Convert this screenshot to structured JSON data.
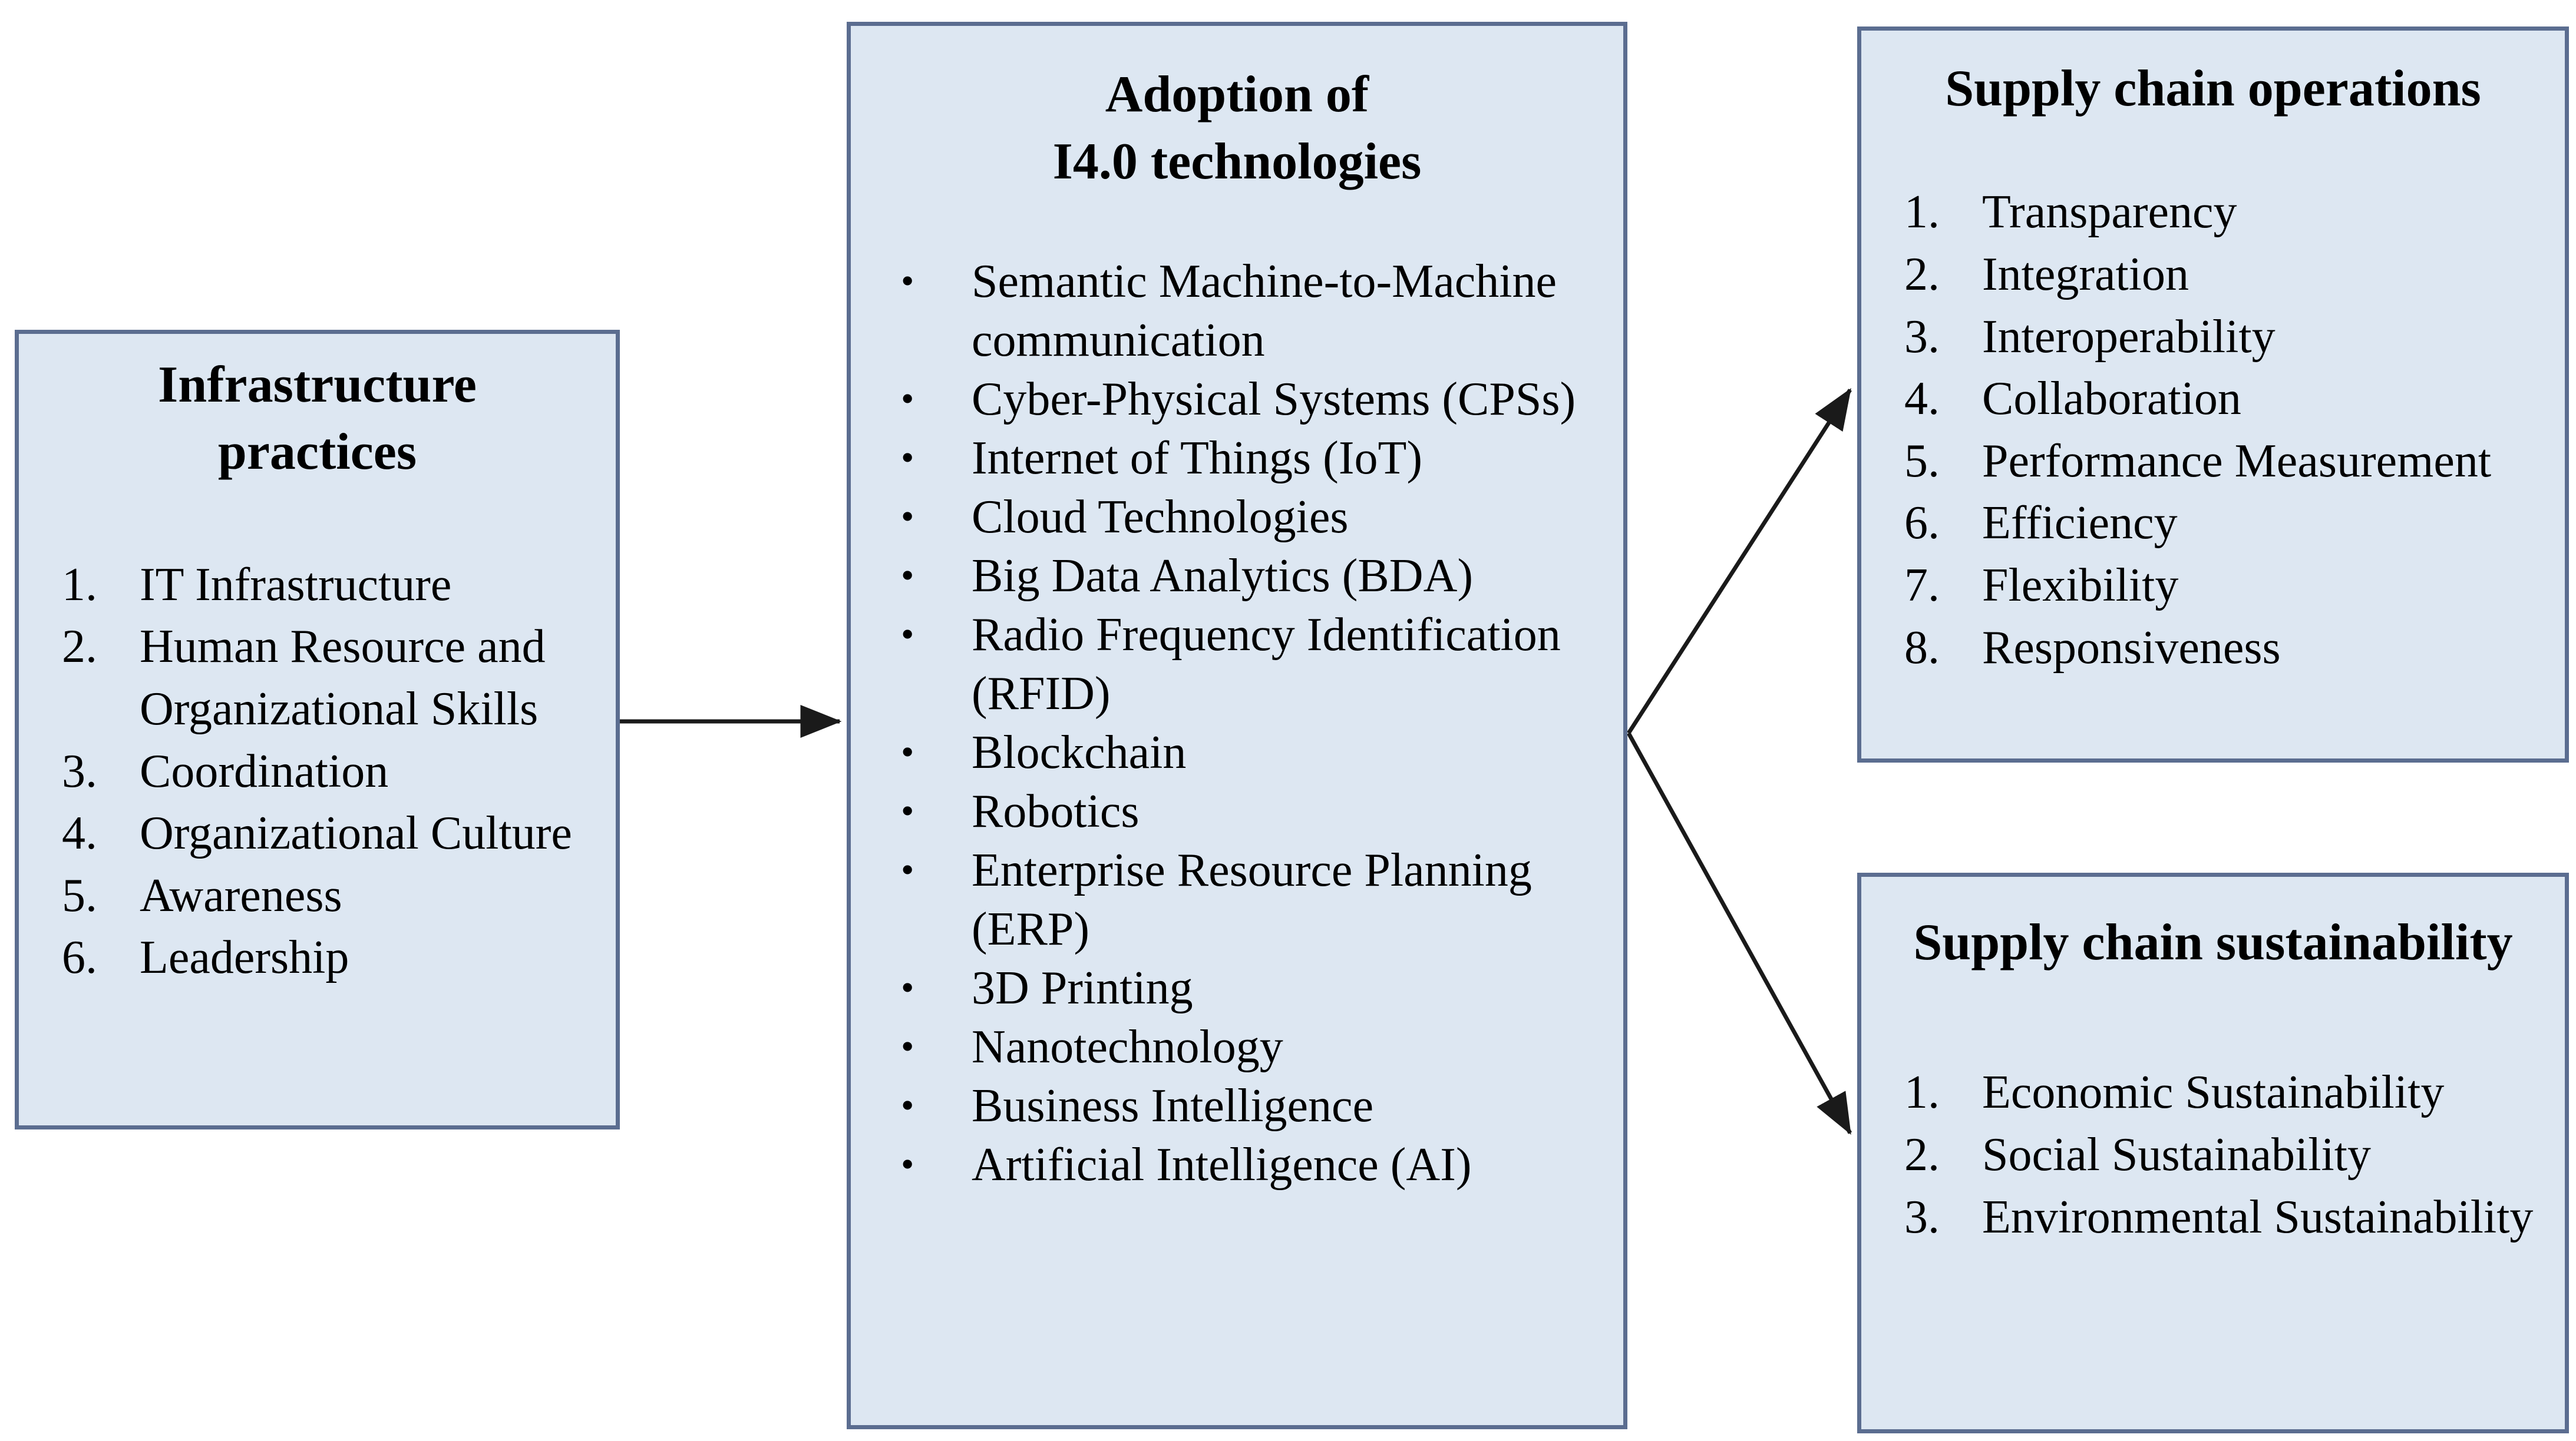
{
  "diagram": {
    "colors": {
      "box_fill": "#dde7f2",
      "box_border": "#5b6d90",
      "arrow": "#1a1a1a",
      "text": "#000000"
    },
    "boxes": {
      "infrastructure": {
        "title": "Infrastructure\npractices",
        "list_style": "numbered",
        "items": [
          "IT Infrastructure",
          "Human Resource and Organizational Skills",
          "Coordination",
          "Organizational Culture",
          "Awareness",
          "Leadership"
        ]
      },
      "adoption": {
        "title": "Adoption of\nI4.0 technologies",
        "list_style": "bulleted",
        "items": [
          "Semantic Machine-to-Machine communication",
          "Cyber-Physical Systems (CPSs)",
          "Internet of Things (IoT)",
          "Cloud Technologies",
          "Big Data Analytics (BDA)",
          "Radio Frequency Identification (RFID)",
          "Blockchain",
          "Robotics",
          "Enterprise Resource Planning (ERP)",
          "3D Printing",
          "Nanotechnology",
          "Business Intelligence",
          "Artificial Intelligence (AI)"
        ]
      },
      "operations": {
        "title": "Supply chain operations",
        "list_style": "numbered",
        "items": [
          "Transparency",
          "Integration",
          "Interoperability",
          "Collaboration",
          "Performance Measurement",
          "Efficiency",
          "Flexibility",
          "Responsiveness"
        ]
      },
      "sustainability": {
        "title": "Supply chain sustainability",
        "list_style": "numbered",
        "items": [
          "Economic Sustainability",
          "Social Sustainability",
          "Environmental Sustainability"
        ]
      }
    },
    "arrows": [
      {
        "name": "infrastructure-to-adoption"
      },
      {
        "name": "adoption-to-operations"
      },
      {
        "name": "adoption-to-sustainability"
      }
    ]
  }
}
